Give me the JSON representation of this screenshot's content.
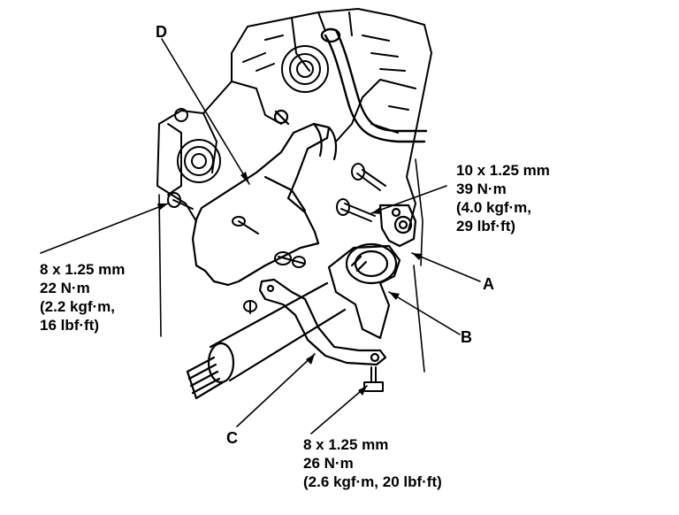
{
  "callouts": {
    "a": "A",
    "b": "B",
    "c": "C",
    "d": "D"
  },
  "torque_specs": {
    "upper_right": [
      "10 x 1.25 mm",
      "39 N·m",
      "(4.0 kgf·m,",
      "29 lbf·ft)"
    ],
    "left": [
      "8 x 1.25 mm",
      "22 N·m",
      "(2.2 kgf·m,",
      "16 lbf·ft)"
    ],
    "bottom": [
      "8 x 1.25 mm",
      "26 N·m",
      "(2.6 kgf·m, 20 lbf·ft)"
    ]
  },
  "colors": {
    "ink": "#000000",
    "paper": "#ffffff"
  }
}
